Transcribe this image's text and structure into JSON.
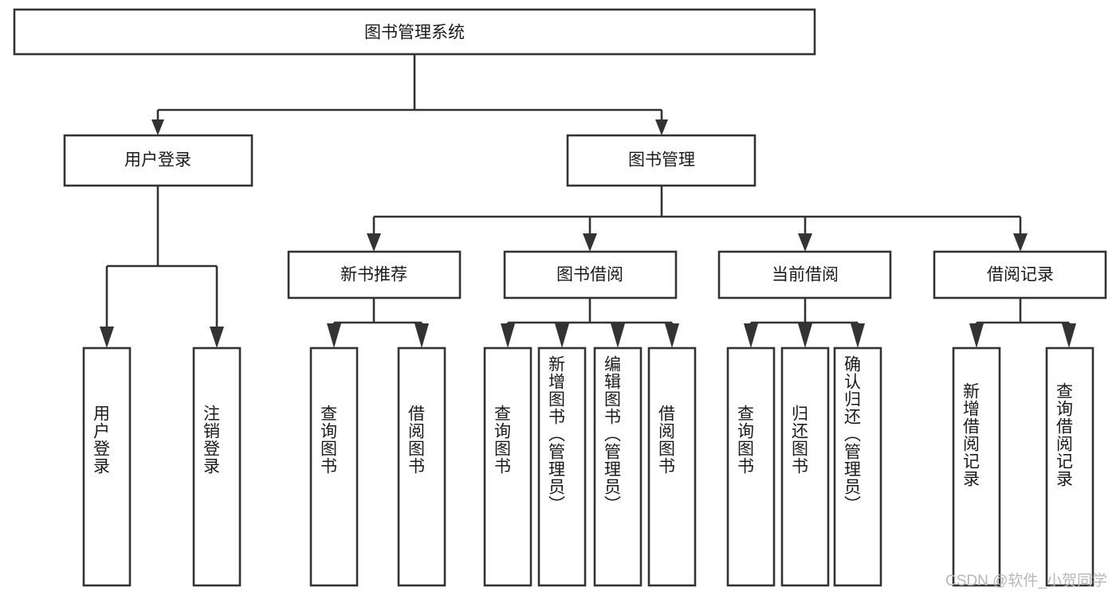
{
  "diagram": {
    "type": "hierarchy-tree",
    "title": "图书管理系统",
    "watermark": "CSDN @软件_小贺同学",
    "root": {
      "label": "图书管理系统"
    },
    "level2": [
      {
        "label": "用户登录"
      },
      {
        "label": "图书管理"
      }
    ],
    "level3": [
      {
        "label": "新书推荐"
      },
      {
        "label": "图书借阅"
      },
      {
        "label": "当前借阅"
      },
      {
        "label": "借阅记录"
      }
    ],
    "leaves": {
      "user_login": [
        {
          "label": "用户登录"
        },
        {
          "label": "注销登录"
        }
      ],
      "new_book_recommend": [
        {
          "label": "查询图书"
        },
        {
          "label": "借阅图书"
        }
      ],
      "book_borrow": [
        {
          "label": "查询图书"
        },
        {
          "label": "新增图书（管理员）"
        },
        {
          "label": "编辑图书（管理员）"
        },
        {
          "label": "借阅图书"
        }
      ],
      "current_borrow": [
        {
          "label": "查询图书"
        },
        {
          "label": "归还图书"
        },
        {
          "label": "确认归还（管理员）"
        }
      ],
      "borrow_records": [
        {
          "label": "新增借阅记录"
        },
        {
          "label": "查询借阅记录"
        }
      ]
    },
    "colors": {
      "stroke": "#333333",
      "fill": "#ffffff",
      "text": "#1a1a1a",
      "watermark": "#b8b8b8"
    }
  }
}
